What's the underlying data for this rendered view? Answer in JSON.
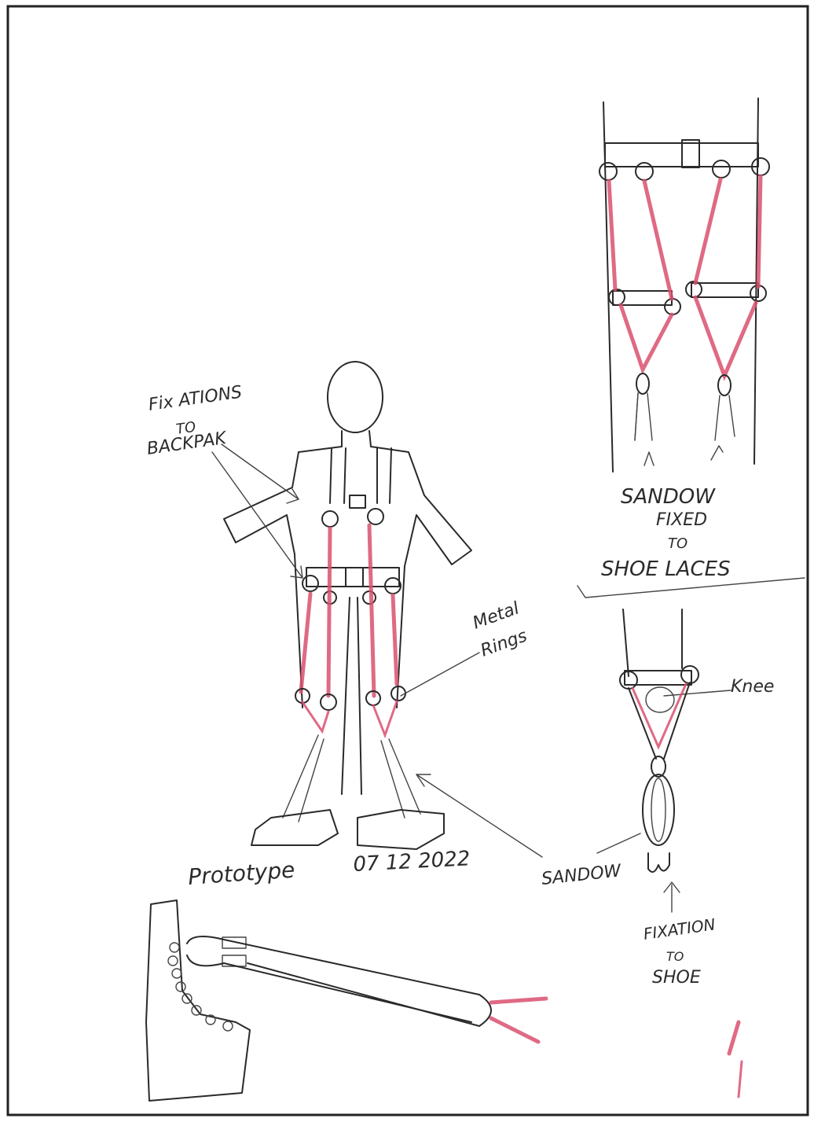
{
  "labels": {
    "fixations_backpack": [
      "Fix ATIONS",
      "TO",
      "BACKPAK"
    ],
    "metal_rings": [
      "Metal",
      "Rings"
    ],
    "prototype": "Prototype",
    "date": "07 12 2022",
    "sandow_fixed": [
      "SANDOW",
      "FIXED",
      "TO",
      "SHOE LACES"
    ],
    "knee": "Knee",
    "sandow": "SANDOW",
    "fixation_shoe": [
      "FIXATION",
      "TO",
      "SHOE"
    ]
  },
  "colors": {
    "ink": "#2a2a2a",
    "elastic": "#d9506e",
    "paper": "#ffffff"
  }
}
